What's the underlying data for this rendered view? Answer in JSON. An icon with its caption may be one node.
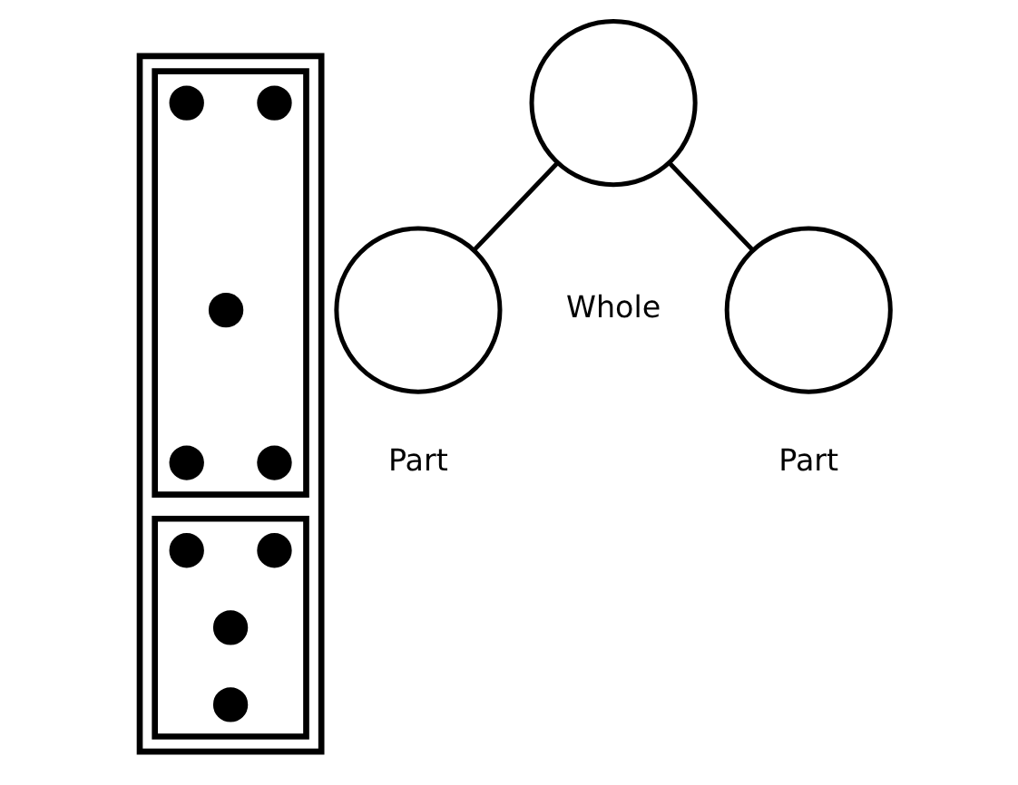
{
  "diagram": {
    "nodes": [
      {
        "text": [],
        "shape": "box"
      },
      {
        "text": [],
        "shape": "box",
        "in": 0
      },
      {
        "text": [],
        "shape": "circle",
        "in": 1
      },
      {
        "text": [],
        "shape": "circle",
        "in": 1
      },
      {
        "text": [],
        "shape": "circle",
        "in": 1
      },
      {
        "text": [],
        "shape": "circle",
        "in": 1
      },
      {
        "text": [],
        "shape": "circle",
        "in": 1
      },
      {
        "text": [],
        "shape": "box",
        "in": 0
      },
      {
        "text": [],
        "shape": "circle",
        "in": 7
      },
      {
        "text": [],
        "shape": "circle",
        "in": 7
      },
      {
        "text": [],
        "shape": "circle",
        "in": 7
      },
      {
        "text": [],
        "shape": "circle",
        "in": 7
      },
      {
        "text": [],
        "shape": "circle",
        "beside": [
          "Whole"
        ]
      },
      {
        "text": [],
        "shape": "circle",
        "beside": [
          "Part"
        ]
      },
      {
        "text": [],
        "shape": "circle",
        "beside": [
          "Part"
        ]
      }
    ],
    "edges": [
      {
        "from": 12,
        "to": 13,
        "arrow": "none"
      },
      {
        "from": 12,
        "to": 14,
        "arrow": "none"
      }
    ]
  }
}
